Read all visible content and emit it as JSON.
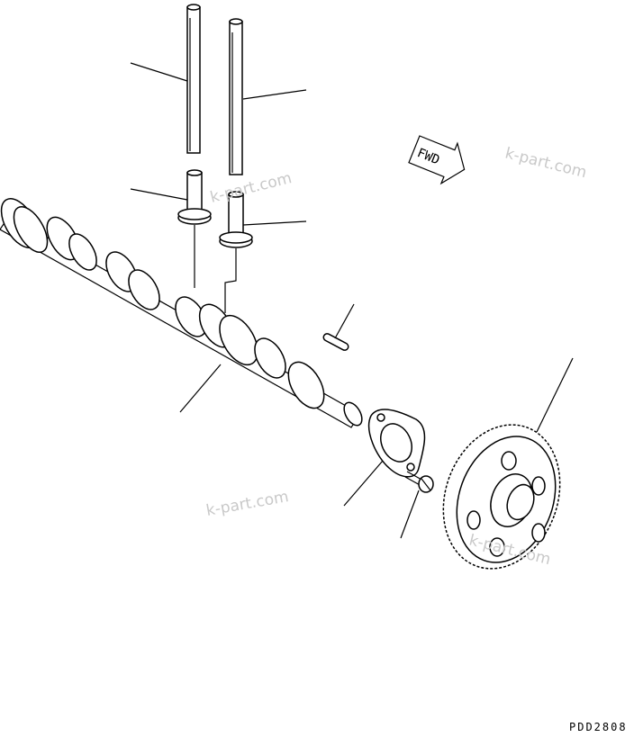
{
  "diagram": {
    "direction_label": "FWD",
    "drawing_code": "PDD2808",
    "watermarks": [
      "k-part.com",
      "k-part.com",
      "k-part.com",
      "k-part.com"
    ]
  }
}
